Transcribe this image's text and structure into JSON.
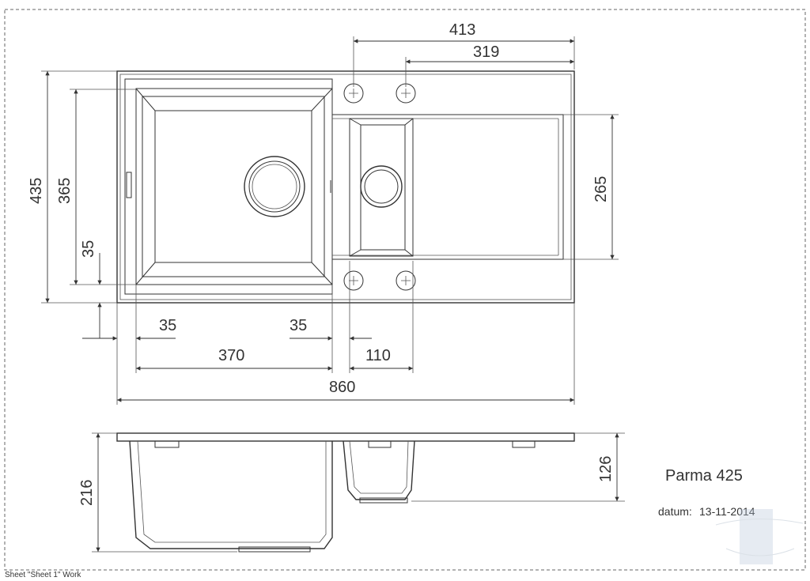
{
  "title": "Parma 425",
  "date_label": "datum:",
  "date_value": "13-11-2014",
  "sheet_label": "Sheet \"Sheet 1\" Work",
  "dimensions": {
    "d413": "413",
    "d319": "319",
    "d435": "435",
    "d365": "365",
    "d35_left": "35",
    "d265": "265",
    "d35_a": "35",
    "d35_b": "35",
    "d370": "370",
    "d110": "110",
    "d860": "860",
    "d216": "216",
    "d126": "126"
  }
}
